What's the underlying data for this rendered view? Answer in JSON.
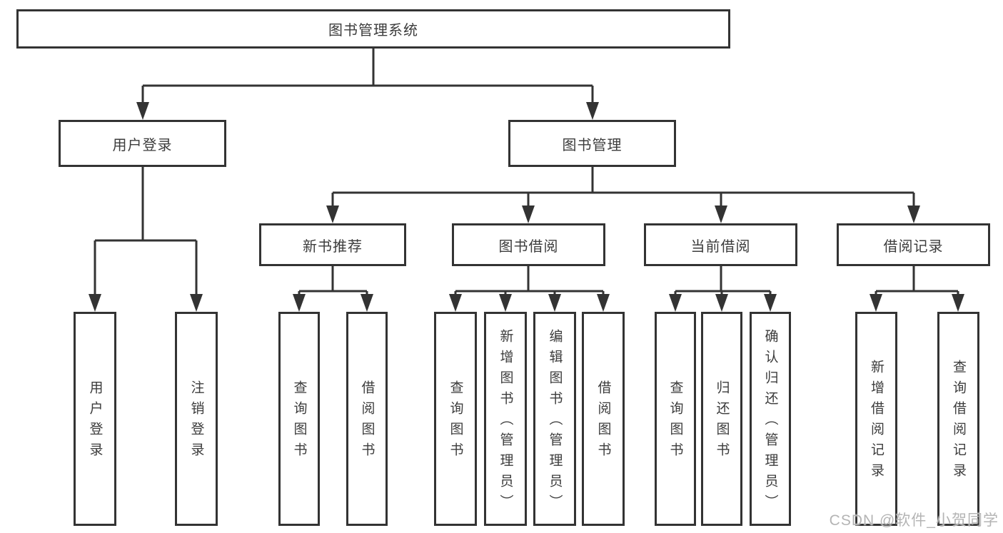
{
  "colors": {
    "line": "#333333",
    "border": "#333333",
    "text": "#3c3c3c",
    "watermark": "#b4b4b4",
    "background": "#ffffff"
  },
  "tree": {
    "root": {
      "label": "图书管理系统"
    },
    "user_login": {
      "label": "用户登录",
      "children": [
        {
          "label": "用户登录"
        },
        {
          "label": "注销登录"
        }
      ]
    },
    "book_management": {
      "label": "图书管理",
      "modules": [
        {
          "label": "新书推荐",
          "children": [
            {
              "label": "查询图书"
            },
            {
              "label": "借阅图书"
            }
          ]
        },
        {
          "label": "图书借阅",
          "children": [
            {
              "label": "查询图书"
            },
            {
              "label": "新增图书（管理员）"
            },
            {
              "label": "编辑图书（管理员）"
            },
            {
              "label": "借阅图书"
            }
          ]
        },
        {
          "label": "当前借阅",
          "children": [
            {
              "label": "查询图书"
            },
            {
              "label": "归还图书"
            },
            {
              "label": "确认归还（管理员）"
            }
          ]
        },
        {
          "label": "借阅记录",
          "children": [
            {
              "label": "新增借阅记录"
            },
            {
              "label": "查询借阅记录"
            }
          ]
        }
      ]
    }
  },
  "watermark": {
    "text": "CSDN @软件_小贺同学"
  }
}
